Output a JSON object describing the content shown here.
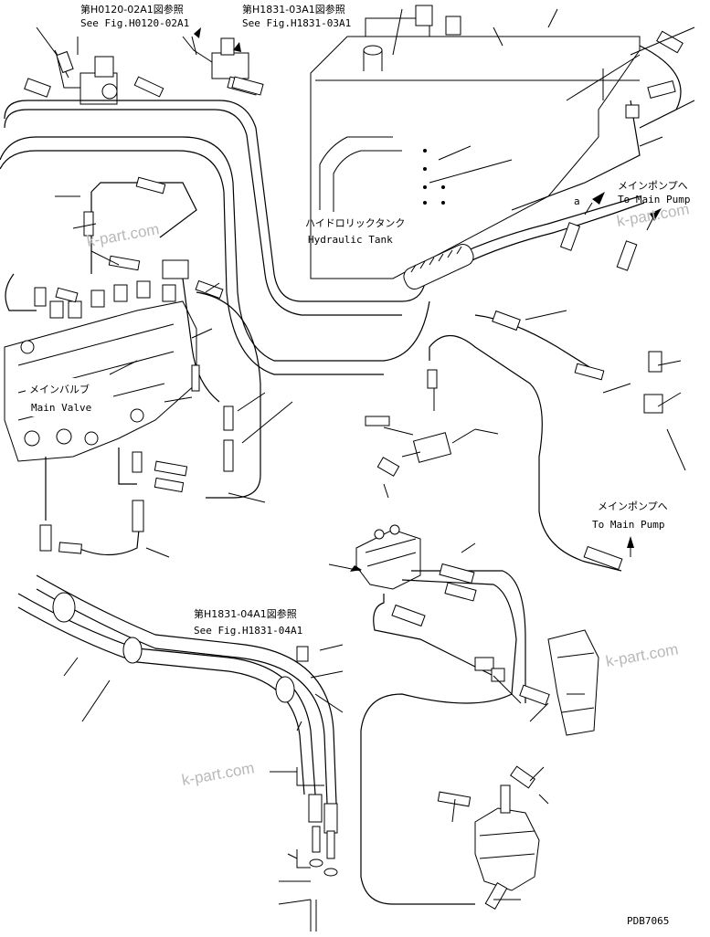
{
  "callouts": {
    "ref_h0120": {
      "jp": "第H0120-02A1図参照",
      "en": "See Fig.H0120-02A1"
    },
    "ref_h1831_03": {
      "jp": "第H1831-03A1図参照",
      "en": "See Fig.H1831-03A1"
    },
    "ref_h1831_04": {
      "jp": "第H1831-04A1図参照",
      "en": "See Fig.H1831-04A1"
    }
  },
  "labels": {
    "tank_jp": "ハイドロリックタンク",
    "tank_en": "Hydraulic Tank",
    "valve_jp": "メインバルブ",
    "valve_en": "Main Valve",
    "pump1_jp": "メインポンプへ",
    "pump1_en": "To Main Pump",
    "pump2_jp": "メインポンプへ",
    "pump2_en": "To Main Pump",
    "marker_a": "a"
  },
  "watermarks": [
    "k-part.com",
    "k-part.com",
    "k-part.com",
    "k-part.com"
  ],
  "drawing_id": "PDB7065"
}
